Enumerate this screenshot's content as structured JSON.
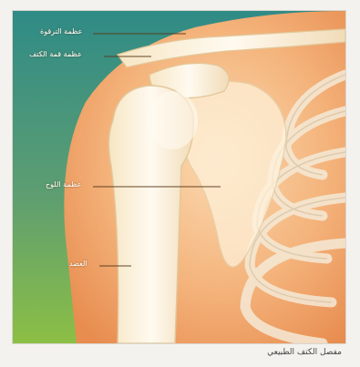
{
  "figure": {
    "labels": {
      "clavicle": "عظمة الترقوة",
      "acromion": "عظمة قمة الكتف",
      "scapula": "عظمة اللوح",
      "humerus": "العضد"
    },
    "caption": "مفصل الكتف الطبيعي"
  },
  "colors": {
    "bg_teal": "#2f8b86",
    "bg_green": "#7fb24a",
    "skin": "#f3b27a",
    "bone": "#fbf3dc"
  }
}
